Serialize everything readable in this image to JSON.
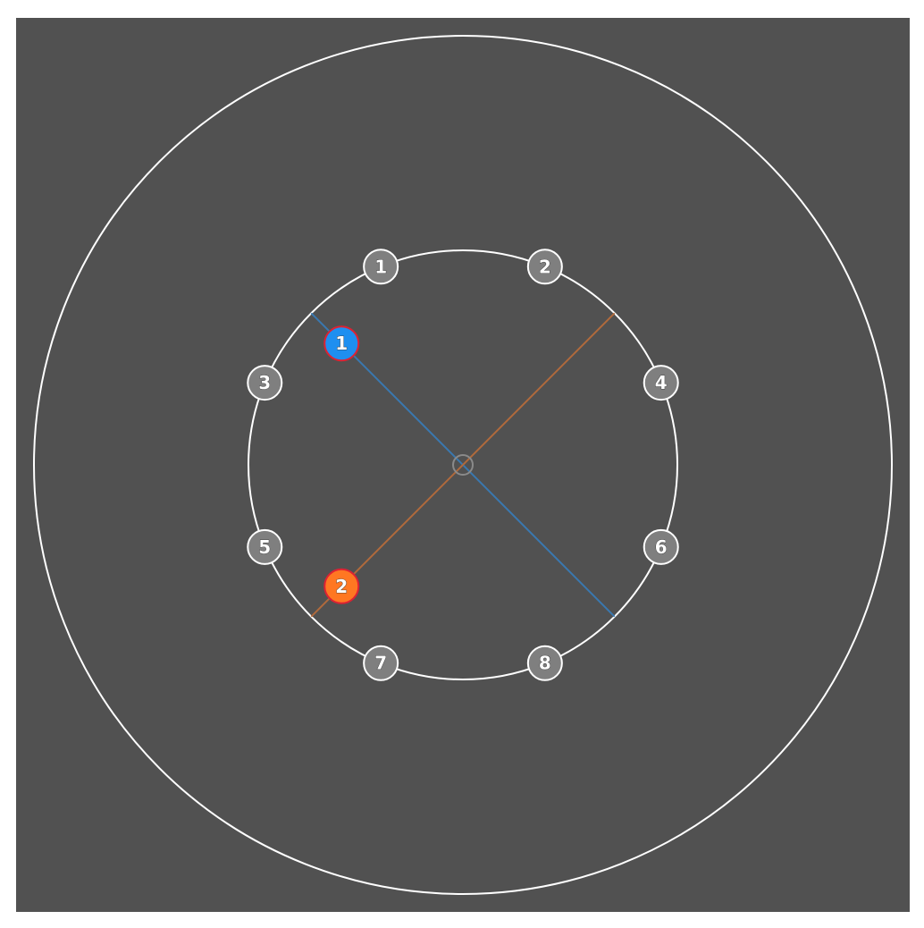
{
  "colors": {
    "background": "#515151",
    "ring": "#ffffff",
    "slot_fill": "#7f7f7f",
    "slot_stroke": "#ffffff",
    "player_1_fill": "#1e8ff0",
    "player_2_fill": "#ff7722",
    "player_stroke": "#dd2233",
    "player_1_line": "#3a78b0",
    "player_2_line": "#b06a3c"
  },
  "slots": [
    {
      "label": "1",
      "angle_deg": 247.5
    },
    {
      "label": "2",
      "angle_deg": 292.5
    },
    {
      "label": "3",
      "angle_deg": 202.5
    },
    {
      "label": "4",
      "angle_deg": 337.5
    },
    {
      "label": "5",
      "angle_deg": 157.5
    },
    {
      "label": "6",
      "angle_deg": 22.5
    },
    {
      "label": "7",
      "angle_deg": 112.5
    },
    {
      "label": "8",
      "angle_deg": 67.5
    }
  ],
  "players": [
    {
      "label": "1",
      "color": "#1e8ff0",
      "line_color": "#3a78b0",
      "line_angle_deg": 225,
      "position_fraction": 0.8
    },
    {
      "label": "2",
      "color": "#ff7722",
      "line_color": "#b06a3c",
      "line_angle_deg": 135,
      "position_fraction": 0.8
    }
  ]
}
